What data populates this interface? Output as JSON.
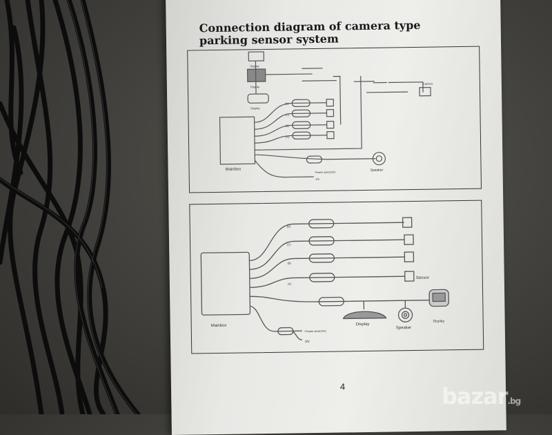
{
  "manual": {
    "title_line1": "Connection diagram of camera type",
    "title_line2": "parking sensor system",
    "page_number": "4",
    "diagram1": {
      "labels": {
        "display_top": "Display",
        "display_mid": "Display",
        "display_mirror": "Display",
        "mainbox": "Mainbox",
        "speaker": "Speaker",
        "camera": "Camera",
        "power": "Power wire(12V)",
        "ground": "-0V",
        "d": "(D)",
        "c": "(C)",
        "b": "(B)",
        "a": "(A)"
      }
    },
    "diagram2": {
      "labels": {
        "d": "(D)",
        "c": "(C)",
        "b": "(B)",
        "a": "(A)",
        "sensor": "Sensor",
        "mainbox": "Mainbox",
        "display_bar": "Display",
        "speaker": "Speaker",
        "display_lcd": "Display",
        "power": "+Power wire(12V)",
        "ground": "-0V"
      }
    }
  },
  "watermark": {
    "main": "bazar",
    "suffix": ".bg"
  }
}
